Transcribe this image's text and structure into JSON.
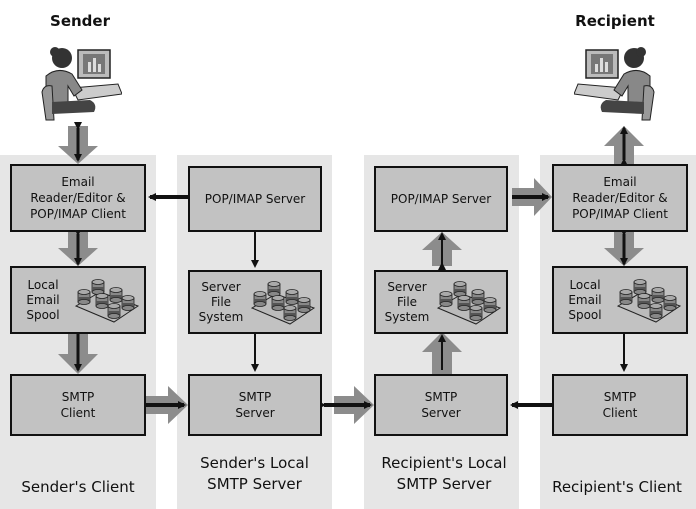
{
  "actors": {
    "sender": "Sender",
    "recipient": "Recipient"
  },
  "columns": [
    {
      "title": "Sender's Client",
      "boxes": {
        "top": "Email\nReader/Editor &\nPOP/IMAP Client",
        "middle": "Local\nEmail\nSpool",
        "bottom": "SMTP\nClient"
      }
    },
    {
      "title": "Sender's Local\nSMTP Server",
      "boxes": {
        "top": "POP/IMAP Server",
        "middle": "Server\nFile\nSystem",
        "bottom": "SMTP\nServer"
      }
    },
    {
      "title": "Recipient's Local\nSMTP Server",
      "boxes": {
        "top": "POP/IMAP Server",
        "middle": "Server\nFile\nSystem",
        "bottom": "SMTP\nServer"
      }
    },
    {
      "title": "Recipient's Client",
      "boxes": {
        "top": "Email\nReader/Editor &\nPOP/IMAP Client",
        "middle": "Local\nEmail\nSpool",
        "bottom": "SMTP\nClient"
      }
    }
  ],
  "colors": {
    "column_bg": "#e6e6e6",
    "box_fill": "#c2c2c2",
    "flow_arrow": "#8c8c8c",
    "line": "#111111"
  }
}
